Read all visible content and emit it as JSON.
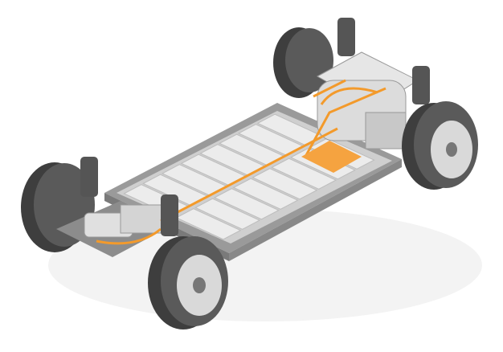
{
  "illustration": {
    "subject": "ev-skateboard-chassis",
    "battery_cells_rows": 2,
    "battery_cells_cols": 8,
    "colors": {
      "background": "#ffffff",
      "tire": "#5a5a5a",
      "tire_dark": "#3e3e3e",
      "rim": "#d9d9d9",
      "frame": "#9a9a9a",
      "frame_light": "#cfcfcf",
      "cell": "#ececec",
      "cell_edge": "#bdbdbd",
      "cable": "#f39a2b",
      "shadow": "#eeeeee"
    }
  }
}
